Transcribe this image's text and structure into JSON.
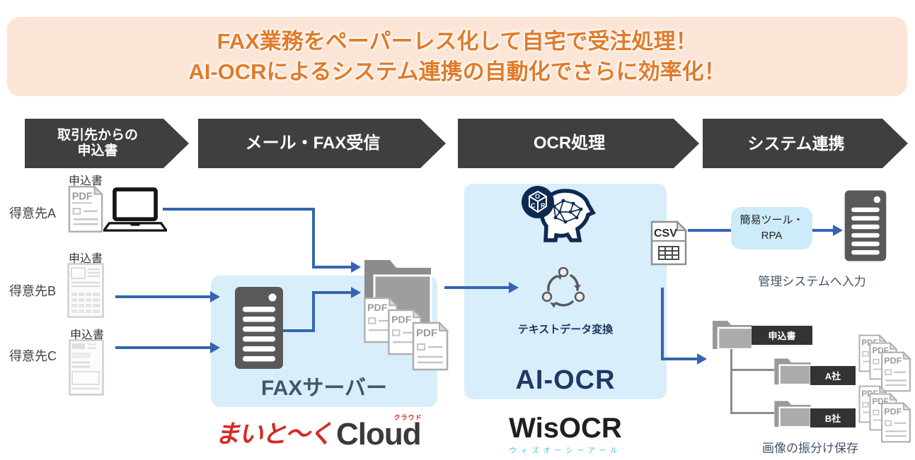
{
  "banner": {
    "line1": "FAX業務をペーパーレス化して自宅で受注処理！",
    "line2": "AI-OCRによるシステム連携の自動化でさらに効率化！"
  },
  "steps": [
    {
      "label": "取引先からの\n申込書"
    },
    {
      "label": "メール・FAX受信"
    },
    {
      "label": "OCR処理"
    },
    {
      "label": "システム連携"
    }
  ],
  "senders": [
    {
      "name": "得意先A",
      "doc_label": "申込書"
    },
    {
      "name": "得意先B",
      "doc_label": "申込書"
    },
    {
      "name": "得意先C",
      "doc_label": "申込書"
    }
  ],
  "fax_server": {
    "title": "FAXサーバー",
    "logo_text": "まいと〜く",
    "logo_cloud": "Cloud",
    "logo_ruby": "クラウド"
  },
  "ai_ocr": {
    "caption": "テキストデータ変換",
    "title": "AI-OCR",
    "logo_text": "WisOCR",
    "logo_ruby": "ウィズオーシーアール"
  },
  "system": {
    "tool_label": "簡易ツール・\nRPA",
    "mgmt_caption": "管理システムへ入力",
    "sort_caption": "画像の振分け保存"
  },
  "folders": {
    "root_label": "申込書",
    "a_label": "A社",
    "b_label": "B社"
  },
  "icons": {
    "pdf_label": "PDF",
    "csv_label": "CSV",
    "ocr_o": "O",
    "ocr_c": "C",
    "ocr_r": "R"
  },
  "colors": {
    "banner_bg": "#FBE5D6",
    "banner_text": "#E07B28",
    "step_bg": "#3F3F3F",
    "panel_bg": "#D9EEFB",
    "arrow_blue": "#3565B2",
    "navy": "#17375E",
    "slate_text": "#44546A",
    "folder_gray": "#8C8C8C",
    "dark_label_bg": "#333333",
    "logo_red": "#D42A23",
    "wisocr_ruby": "#38BFD8"
  }
}
